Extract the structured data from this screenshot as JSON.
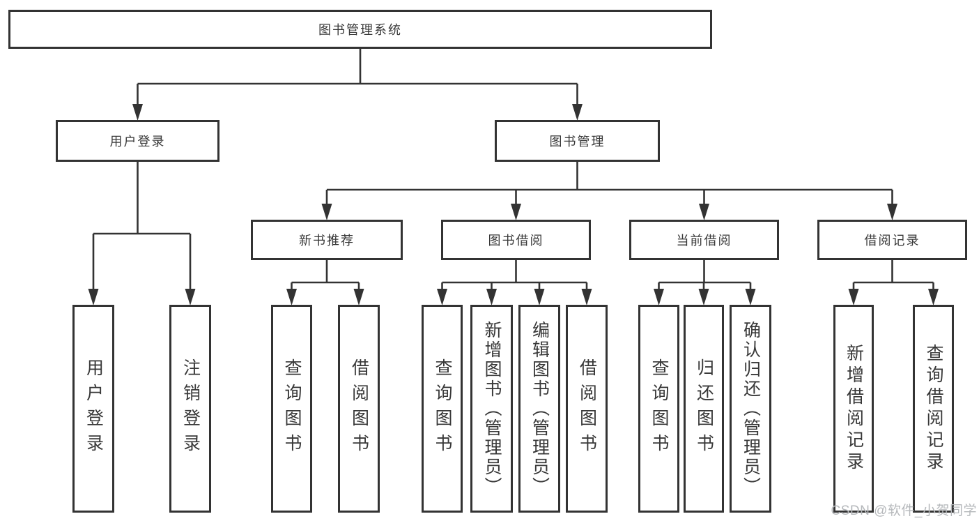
{
  "diagram": {
    "watermark": "CSDN @软件_小贺同学",
    "colors": {
      "line": "#333333",
      "box_border": "#333333",
      "text": "#383838",
      "watermark": "#b5b8bb",
      "background": "#ffffff"
    },
    "root": {
      "label": "图书管理系统",
      "children": [
        {
          "label": "用户登录",
          "children": [
            {
              "label": "用户登录"
            },
            {
              "label": "注销登录"
            }
          ]
        },
        {
          "label": "图书管理",
          "children": [
            {
              "label": "新书推荐",
              "children": [
                {
                  "label": "查询图书"
                },
                {
                  "label": "借阅图书"
                }
              ]
            },
            {
              "label": "图书借阅",
              "children": [
                {
                  "label": "查询图书"
                },
                {
                  "label": "新增图书（管理员）"
                },
                {
                  "label": "编辑图书（管理员）"
                },
                {
                  "label": "借阅图书"
                }
              ]
            },
            {
              "label": "当前借阅",
              "children": [
                {
                  "label": "查询图书"
                },
                {
                  "label": "归还图书"
                },
                {
                  "label": "确认归还（管理员）"
                }
              ]
            },
            {
              "label": "借阅记录",
              "children": [
                {
                  "label": "新增借阅记录"
                },
                {
                  "label": "查询借阅记录"
                }
              ]
            }
          ]
        }
      ]
    }
  }
}
